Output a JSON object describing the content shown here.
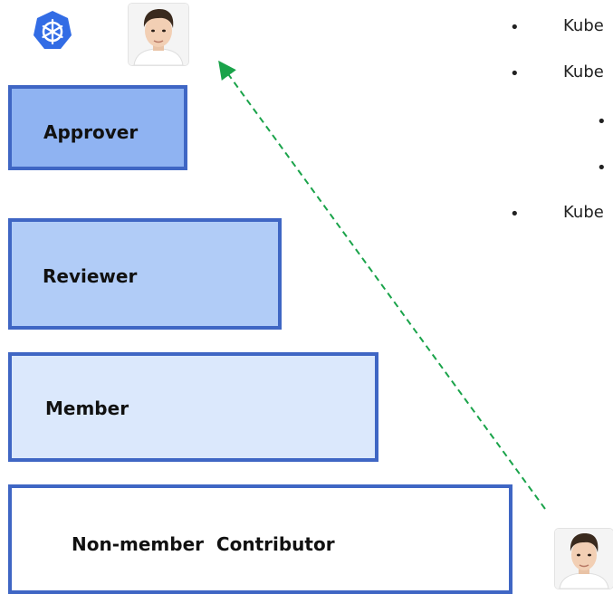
{
  "roles": {
    "approver": "Approver",
    "reviewer": "Reviewer",
    "member": "Member",
    "non_member": "Non-member  Contributor"
  },
  "bullets": [
    "Kube",
    "Kube",
    "Kube"
  ],
  "colors": {
    "approver_fill": "#8fb3f2",
    "reviewer_fill": "#b1ccf7",
    "member_fill": "#dbe8fc",
    "non_member_fill": "#ffffff",
    "border": "#3f66c4",
    "arrow": "#1aa34a",
    "k8s_blue": "#326ce5"
  },
  "icons": {
    "logo": "kubernetes-logo-icon",
    "avatar_top": "person-avatar-icon",
    "avatar_bottom": "person-avatar-icon"
  }
}
